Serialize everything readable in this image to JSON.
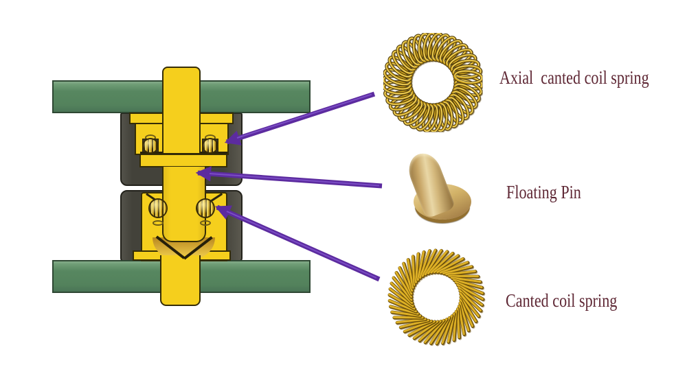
{
  "figure": {
    "description": "Cross-section of a board-to-board spring contact with canted coil springs and floating pin"
  },
  "legend": [
    {
      "id": "axial-canted-coil-spring",
      "label": "Axial  canted coil spring"
    },
    {
      "id": "floating-pin",
      "label": "Floating Pin"
    },
    {
      "id": "canted-coil-spring",
      "label": "Canted coil spring"
    }
  ],
  "colors": {
    "board_green": "#578760",
    "board_border": "#2e4733",
    "housing_dark": "#43423a",
    "housing_border": "#23221b",
    "gold": "#f5cf1d",
    "gold_border": "#352d07",
    "gold_deep": "#b8871e",
    "coil_dark": "#4a380c",
    "coil_gold": "#d3a71f",
    "coil_light": "#f6e07c",
    "groove_dark": "#3b3525",
    "arrow_purple": "#5c2b9f",
    "arrow_purple_light": "#7a4cc4",
    "label_maroon": "#5e2734"
  }
}
